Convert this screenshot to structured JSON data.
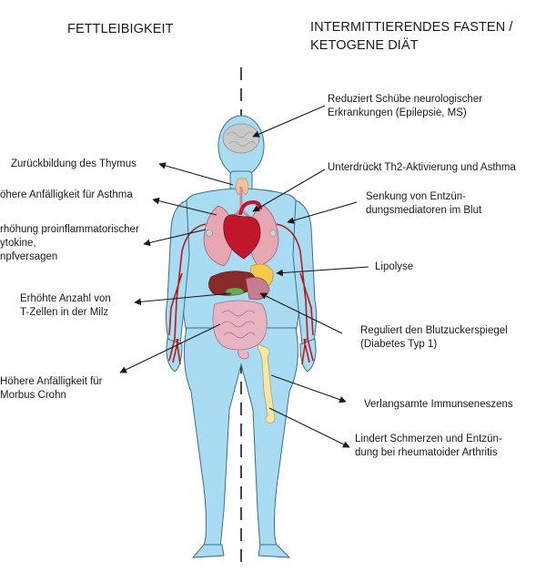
{
  "headings": {
    "left": "FETTLEIBIGKEIT",
    "right_line1": "INTERMITTIERENDES FASTEN /",
    "right_line2": "KETOGENE DIÄT"
  },
  "left_labels": [
    {
      "lines": [
        "Zurückbildung des Thymus"
      ]
    },
    {
      "lines": [
        "öhere Anfälligkeit für Asthma"
      ]
    },
    {
      "lines": [
        "rhöhung proinflammatorischer",
        "ytokine,",
        "npfversagen"
      ]
    },
    {
      "lines": [
        "Erhöhte Anzahl von",
        "T-Zellen in der Milz"
      ]
    },
    {
      "lines": [
        "Höhere Anfälligkeit für",
        "Morbus Crohn"
      ]
    }
  ],
  "right_labels": [
    {
      "lines": [
        "Reduziert Schübe  neurologischer",
        "Erkrankungen (Epilepsie, MS)"
      ]
    },
    {
      "lines": [
        "Unterdrückt Th2-Aktivierung und Asthma"
      ]
    },
    {
      "lines": [
        "Senkung von Entzün-",
        "dungsmediatoren im Blut"
      ]
    },
    {
      "lines": [
        "Lipolyse"
      ]
    },
    {
      "lines": [
        "Reguliert den Blutzuckerspiegel",
        "(Diabetes Typ 1)"
      ]
    },
    {
      "lines": [
        "Verlangsamte Immunseneszens"
      ]
    },
    {
      "lines": [
        "Lindert Schmerzen und Entzün-",
        "dung bei rheumatoider Arthritis"
      ]
    }
  ],
  "colors": {
    "skin": "#a9dcf2",
    "outline": "#3a6f8c",
    "brain": "#c9c9c9",
    "heart": "#c0182a",
    "lungs": "#e7a7b2",
    "liver": "#8a2b2b",
    "pancreas": "#f2c94c",
    "intestine": "#e8b4c2",
    "arm_vessel": "#b71c1c",
    "bone": "#f4e6a6",
    "thymus": "#f3c29a"
  }
}
